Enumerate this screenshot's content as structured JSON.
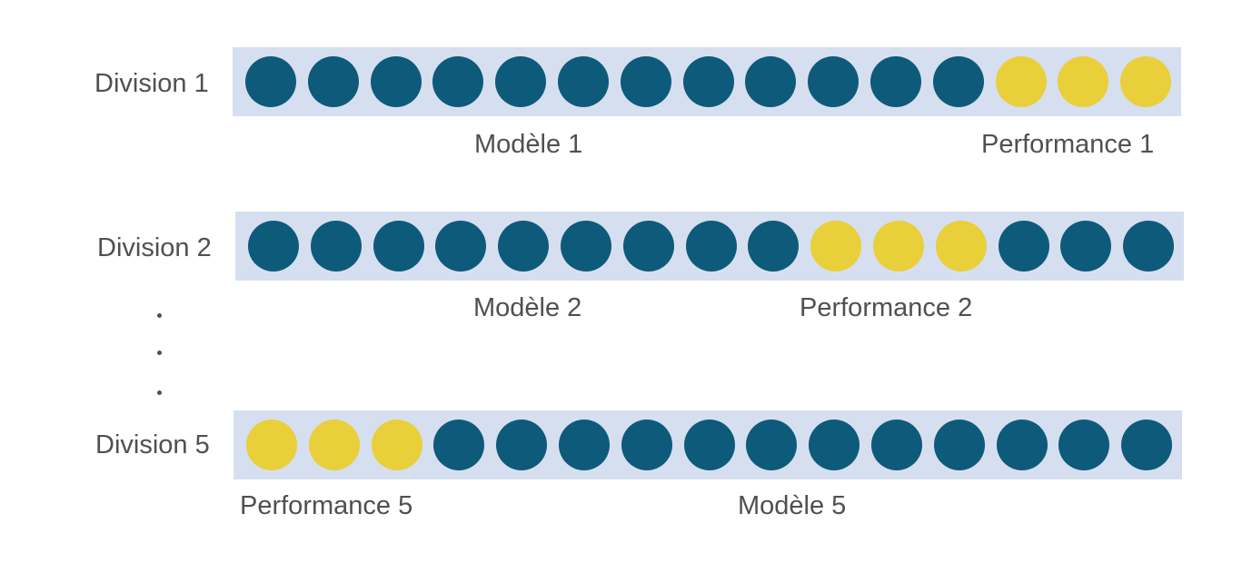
{
  "colors": {
    "model": "#0e5a7a",
    "performance": "#e9cf3a",
    "band": "#d6dff0"
  },
  "rows": [
    {
      "label": "Division 1",
      "dots": [
        "model",
        "model",
        "model",
        "model",
        "model",
        "model",
        "model",
        "model",
        "model",
        "model",
        "model",
        "model",
        "performance",
        "performance",
        "performance"
      ],
      "model_label": "Modèle 1",
      "performance_label": "Performance 1"
    },
    {
      "label": "Division 2",
      "dots": [
        "model",
        "model",
        "model",
        "model",
        "model",
        "model",
        "model",
        "model",
        "model",
        "performance",
        "performance",
        "performance",
        "model",
        "model",
        "model"
      ],
      "model_label": "Modèle 2",
      "performance_label": "Performance 2"
    },
    {
      "label": "Division 5",
      "dots": [
        "performance",
        "performance",
        "performance",
        "model",
        "model",
        "model",
        "model",
        "model",
        "model",
        "model",
        "model",
        "model",
        "model",
        "model",
        "model"
      ],
      "model_label": "Modèle 5",
      "performance_label": "Performance 5"
    }
  ]
}
